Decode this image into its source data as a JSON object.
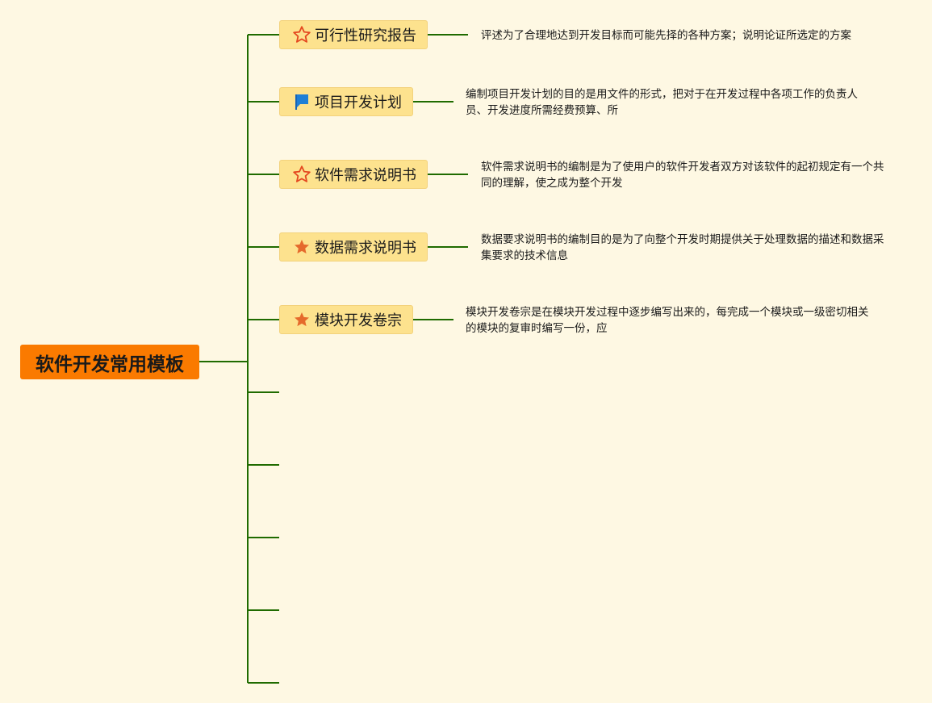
{
  "root": {
    "label": "软件开发常用模板"
  },
  "topics": [
    {
      "label": "可行性研究报告",
      "icon": "star-outline-icon",
      "note": "评述为了合理地达到开发目标而可能先择的各种方案；说明论证所选定的方案"
    },
    {
      "label": "项目开发计划",
      "icon": "blue-flag-icon",
      "note": "编制项目开发计划的目的是用文件的形式，把对于在开发过程中各项工作的负责人员、开发进度所需经费预算、所"
    },
    {
      "label": "软件需求说明书",
      "icon": "star-outline-icon",
      "note": "软件需求说明书的编制是为了使用户的软件开发者双方对该软件的起初规定有一个共同的理解，使之成为整个开发"
    },
    {
      "label": "数据需求说明书",
      "icon": "star-filled-icon",
      "note": "数据要求说明书的编制目的是为了向整个开发时期提供关于处理数据的描述和数据采集要求的技术信息"
    },
    {
      "label": "模块开发卷宗",
      "icon": "star-filled-icon",
      "note": "模块开发卷宗是在模块开发过程中逐步编写出来的，每完成一个模块或一级密切相关的模块的复审时编写一份，应"
    }
  ],
  "colors": {
    "background": "#fef8e3",
    "root_fill": "#fa7a00",
    "topic_fill": "#fde28e",
    "connector": "#1f6b00",
    "star_outline": "#e4471f",
    "star_filled": "#e56a2c",
    "flag": "#1e7fd6"
  }
}
